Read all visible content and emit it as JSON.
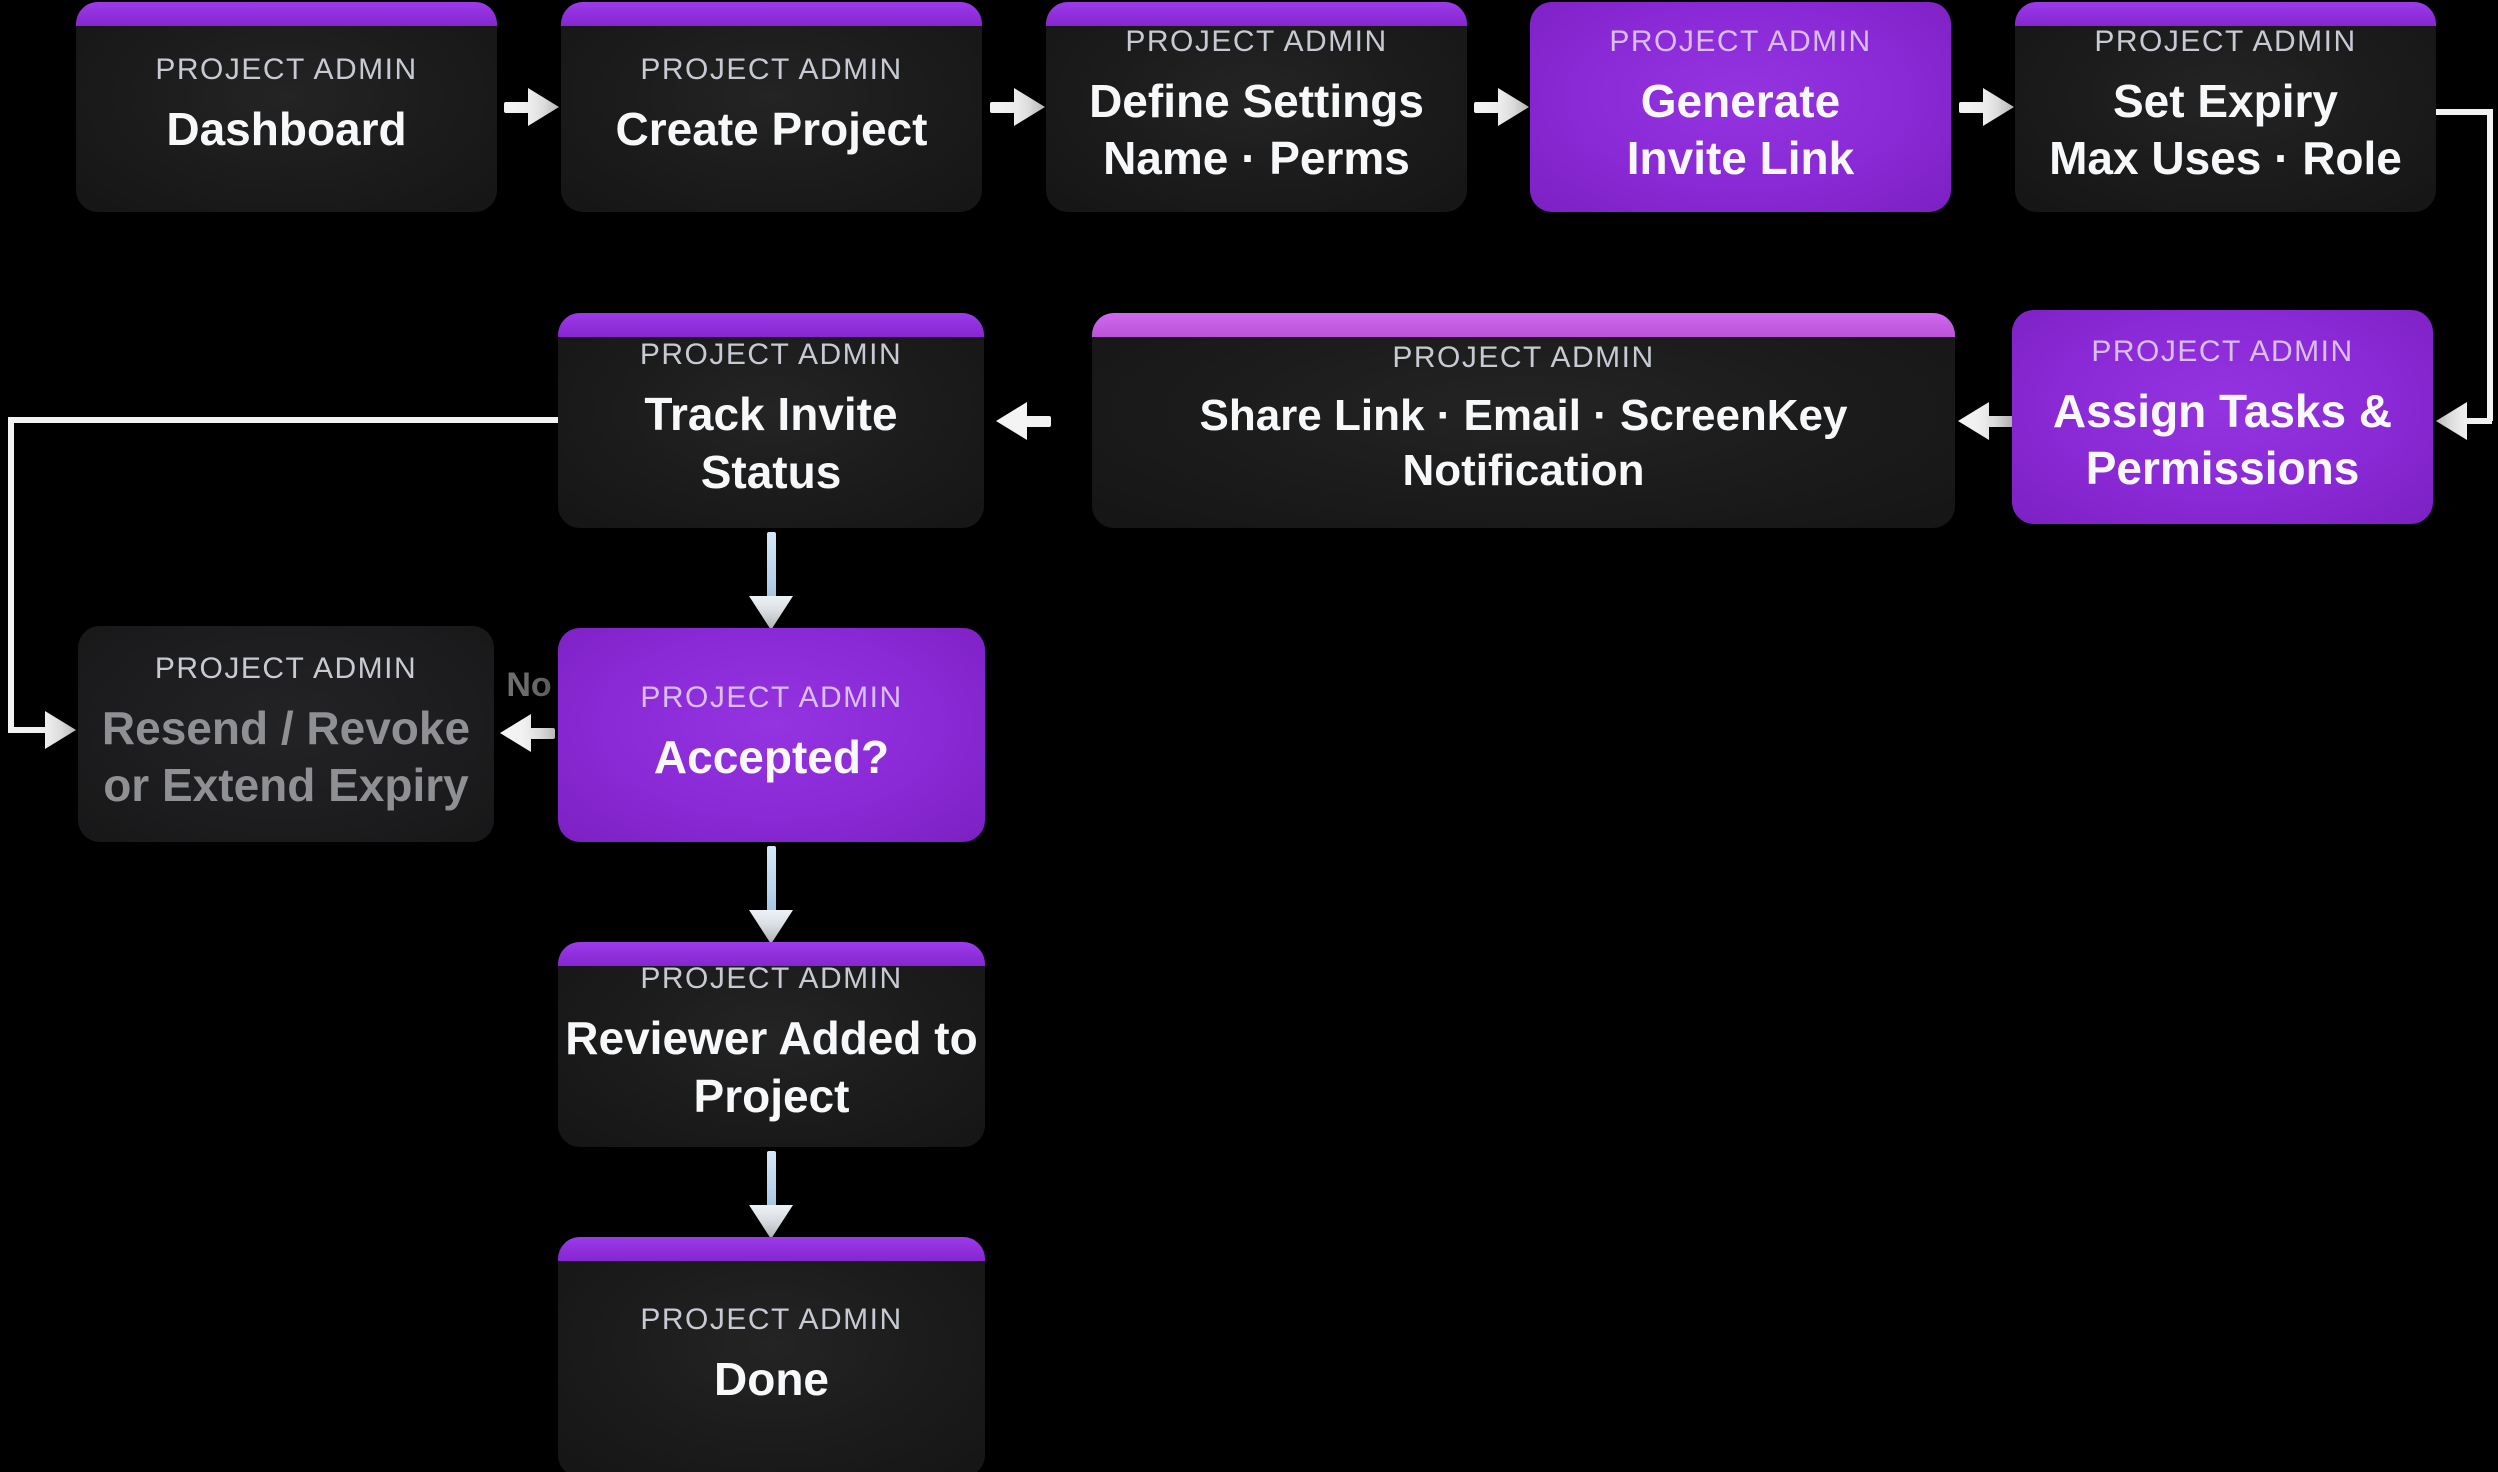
{
  "flow": {
    "nodes": {
      "dashboard": {
        "role": "PROJECT ADMIN",
        "title": "Dashboard"
      },
      "create_project": {
        "role": "PROJECT ADMIN",
        "title": "Create Project"
      },
      "define_settings": {
        "role": "PROJECT ADMIN",
        "title": "Define Settings\nName · Perms"
      },
      "generate_invite": {
        "role": "PROJECT ADMIN",
        "title": "Generate\nInvite Link"
      },
      "set_expiry": {
        "role": "PROJECT ADMIN",
        "title": "Set Expiry\nMax Uses · Role"
      },
      "assign_tasks": {
        "role": "PROJECT ADMIN",
        "title": "Assign Tasks &\nPermissions"
      },
      "share_link": {
        "role": "PROJECT ADMIN",
        "title": "Share Link · Email · ScreenKey Notification"
      },
      "track_invite": {
        "role": "PROJECT ADMIN",
        "title": "Track Invite\nStatus"
      },
      "resend_revoke": {
        "role": "PROJECT ADMIN",
        "title": "Resend / Revoke\nor Extend Expiry"
      },
      "accepted": {
        "role": "PROJECT ADMIN",
        "title": "Accepted?"
      },
      "reviewer_added": {
        "role": "PROJECT ADMIN",
        "title": "Reviewer Added to\nProject"
      },
      "done": {
        "role": "PROJECT ADMIN",
        "title": "Done"
      }
    },
    "edges": {
      "no_label": "No"
    },
    "colors": {
      "canvas_bg": "#000000",
      "node_bg": "#1b1b1b",
      "accent_purple": "#8a29d6",
      "accent_strip": "#8c2fd9",
      "accent_strip_light": "#c55ee2",
      "arrow_white": "#f2f2f2",
      "arrow_stem_blue": "#b9d6ee",
      "label_text": "#c7cad3",
      "title_text": "#f7f8fa",
      "muted_text": "#8f9094",
      "no_label_text": "#6f6f6f"
    }
  }
}
